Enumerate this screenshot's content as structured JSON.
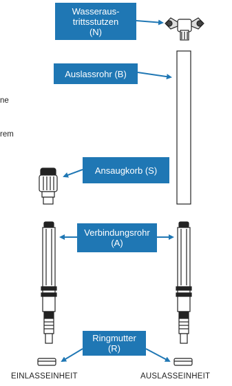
{
  "labels": {
    "wasser": [
      "Wasseraus-",
      "trittsstutzen",
      "(N)"
    ],
    "auslassrohr": "Auslassrohr (B)",
    "ansaugkorb": "Ansaugkorb (S)",
    "verbindungsrohr": [
      "Verbindungsrohr",
      "(A)"
    ],
    "ringmutter": [
      "Ringmutter",
      "(R)"
    ]
  },
  "left_partial_text": [
    "ne",
    "rem"
  ],
  "units": {
    "inlet": "EINLASSEINHEIT",
    "outlet": "AUSLASSEINHEIT"
  },
  "colors": {
    "label_fill": "#1f77b4",
    "label_text": "#ffffff",
    "arrow": "#1f77b4",
    "outline": "#222222"
  }
}
